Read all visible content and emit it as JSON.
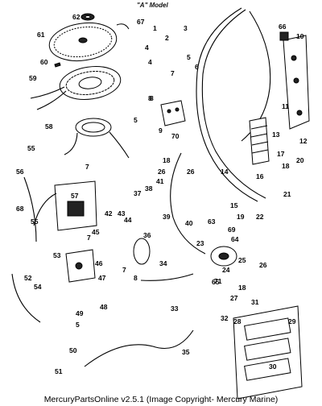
{
  "diagram": {
    "title": "\"A\" Model",
    "callouts": [
      "1",
      "2",
      "3",
      "4",
      "5",
      "6",
      "7",
      "8",
      "9",
      "10",
      "11",
      "12",
      "13",
      "14",
      "15",
      "16",
      "17",
      "18",
      "19",
      "20",
      "21",
      "22",
      "23",
      "24",
      "25",
      "26",
      "27",
      "28",
      "29",
      "30",
      "31",
      "32",
      "33",
      "34",
      "35",
      "36",
      "37",
      "38",
      "39",
      "40",
      "41",
      "42",
      "43",
      "44",
      "45",
      "46",
      "47",
      "48",
      "49",
      "50",
      "51",
      "52",
      "53",
      "54",
      "55",
      "56",
      "57",
      "58",
      "59",
      "60",
      "61",
      "62",
      "63",
      "64",
      "65",
      "66",
      "67",
      "68",
      "69",
      "70",
      "71"
    ],
    "extra_callouts": [
      "5",
      "4",
      "7",
      "8",
      "18",
      "26",
      "26",
      "55",
      "7",
      "7",
      "5",
      "8",
      "18"
    ]
  },
  "footer": {
    "text": "MercuryPartsOnline v2.5.1 (Image Copyright- Mercury Marine)"
  }
}
